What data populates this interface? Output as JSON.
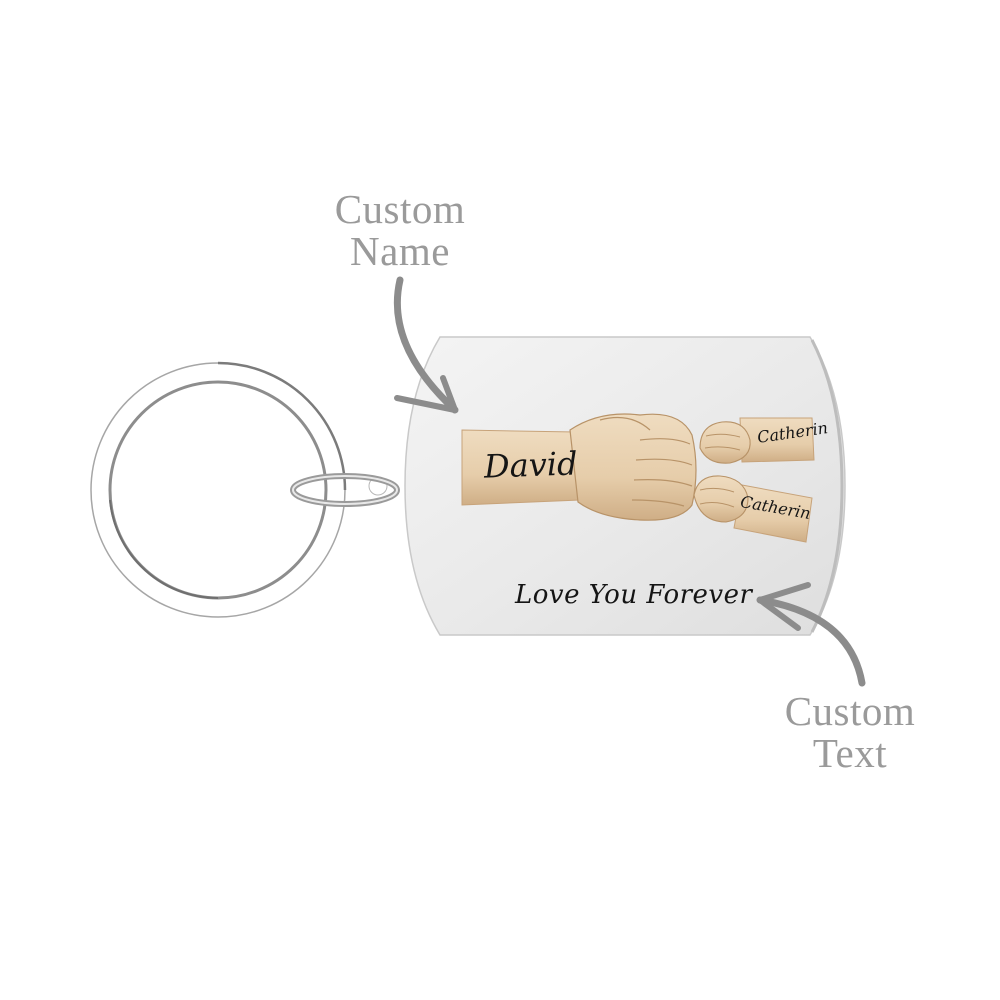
{
  "annotations": {
    "name_callout": {
      "line1": "Custom",
      "line2": "Name"
    },
    "text_callout": {
      "line1": "Custom",
      "line2": "Text"
    }
  },
  "tag": {
    "parent_name": "David",
    "child_names": [
      "Catherin",
      "Catherin"
    ],
    "message": "Love You Forever"
  },
  "colors": {
    "label_gray": "#9a9a9a",
    "arrow_gray": "#8c8c8c",
    "tag_silver": "#ececec",
    "skin_tone": "#e9d3b4",
    "skin_shadow": "#c9a77e",
    "ink": "#151515"
  }
}
